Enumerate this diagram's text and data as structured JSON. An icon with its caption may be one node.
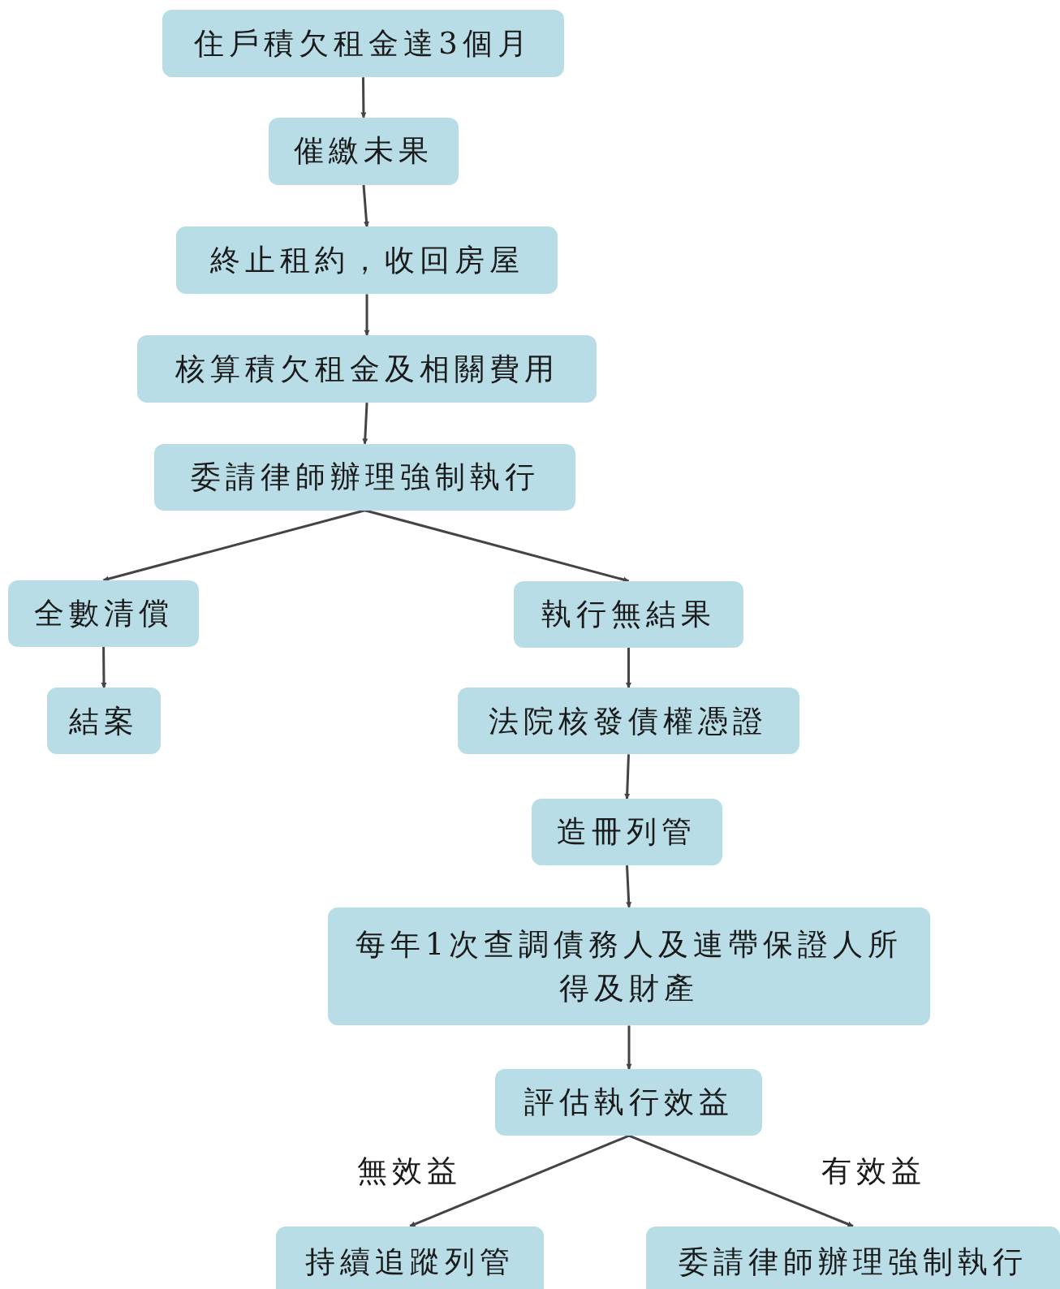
{
  "diagram": {
    "nodes": [
      {
        "text": [
          "住戶積欠租金達3個月"
        ]
      },
      {
        "text": [
          "催繳未果"
        ]
      },
      {
        "text": [
          "終止租約，收回房屋"
        ]
      },
      {
        "text": [
          "核算積欠租金及相關費用"
        ]
      },
      {
        "text": [
          "委請律師辦理強制執行"
        ]
      },
      {
        "text": [
          "全數清償"
        ]
      },
      {
        "text": [
          "執行無結果"
        ]
      },
      {
        "text": [
          "結案"
        ]
      },
      {
        "text": [
          "法院核發債權憑證"
        ]
      },
      {
        "text": [
          "造冊列管"
        ]
      },
      {
        "text": [
          "每年1次查調債務人及連帶保證人所得及財產"
        ]
      },
      {
        "text": [
          "評估執行效益"
        ]
      },
      {
        "text": [
          "持續追蹤列管"
        ]
      },
      {
        "text": [
          "委請律師辦理強制執行"
        ]
      }
    ],
    "edges": [
      {
        "from": 0,
        "to": 1,
        "arrow": "to"
      },
      {
        "from": 1,
        "to": 2,
        "arrow": "to"
      },
      {
        "from": 2,
        "to": 3,
        "arrow": "to"
      },
      {
        "from": 3,
        "to": 4,
        "arrow": "to"
      },
      {
        "from": 4,
        "to": 5,
        "arrow": "to"
      },
      {
        "from": 4,
        "to": 6,
        "arrow": "to"
      },
      {
        "from": 5,
        "to": 7,
        "arrow": "to"
      },
      {
        "from": 6,
        "to": 8,
        "arrow": "to"
      },
      {
        "from": 8,
        "to": 9,
        "arrow": "to"
      },
      {
        "from": 9,
        "to": 10,
        "arrow": "to"
      },
      {
        "from": 10,
        "to": 11,
        "arrow": "to"
      },
      {
        "from": 11,
        "to": 12,
        "arrow": "to",
        "label": "無效益"
      },
      {
        "from": 11,
        "to": 13,
        "arrow": "to",
        "label": "有效益"
      }
    ]
  }
}
